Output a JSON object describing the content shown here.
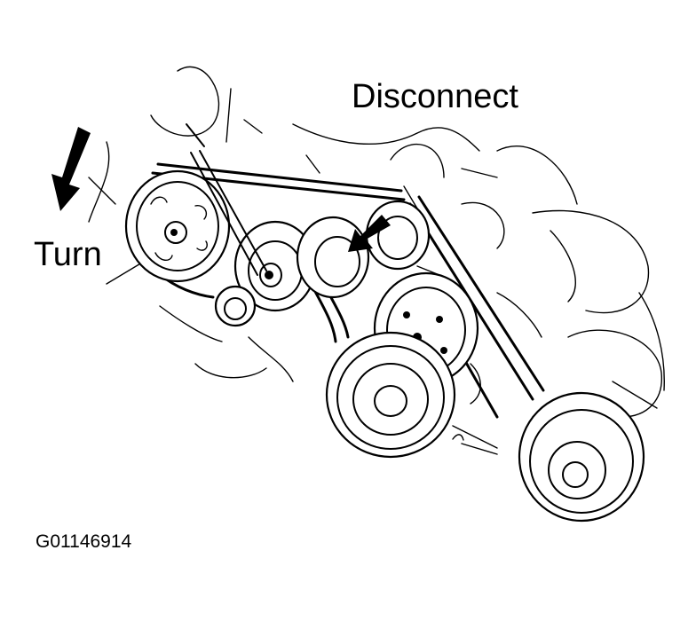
{
  "labels": {
    "disconnect": "Disconnect",
    "turn": "Turn",
    "figure_id": "G01146914"
  },
  "icons": {
    "turn_arrow": "arrow-down-left-icon",
    "disconnect_arrow": "arrow-down-left-icon"
  },
  "colors": {
    "ink": "#000000",
    "background": "#ffffff"
  }
}
